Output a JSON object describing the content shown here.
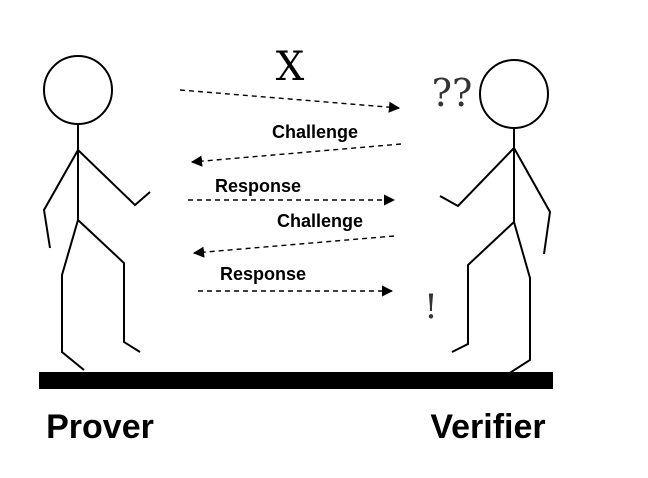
{
  "diagram": {
    "top_symbol": "X",
    "verifier_symbol": "??",
    "result_symbol": "!",
    "messages": [
      {
        "label": "Challenge"
      },
      {
        "label": "Response"
      },
      {
        "label": "Challenge"
      },
      {
        "label": "Response"
      }
    ],
    "actors": {
      "prover": "Prover",
      "verifier": "Verifier"
    }
  }
}
